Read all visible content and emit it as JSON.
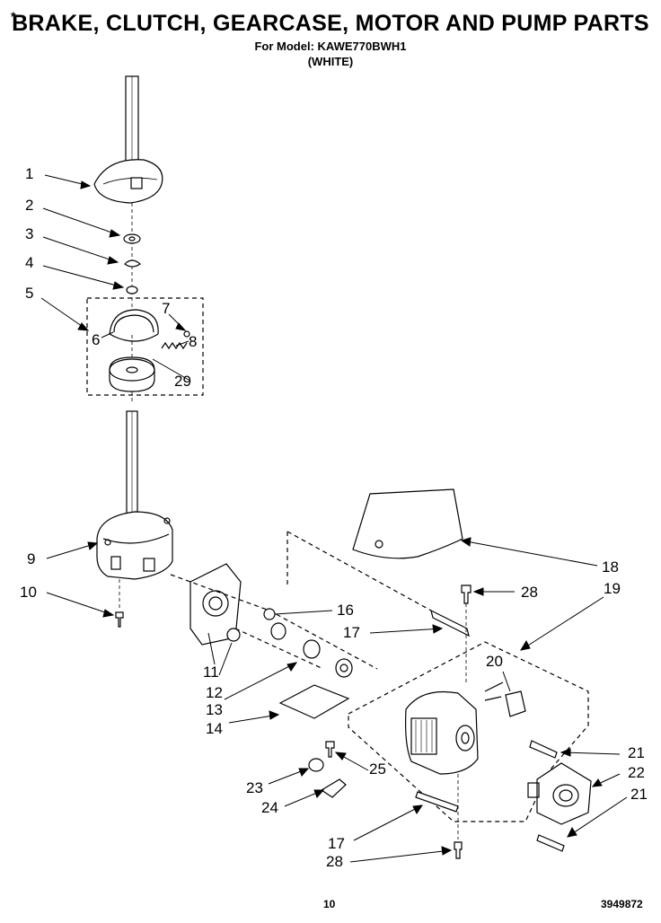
{
  "header": {
    "star": "*",
    "title": "BRAKE, CLUTCH, GEARCASE, MOTOR AND PUMP PARTS",
    "model_line": "For Model: KAWE770BWH1",
    "color_line": "(WHITE)"
  },
  "callouts": [
    "1",
    "2",
    "3",
    "4",
    "5",
    "6",
    "7",
    "8",
    "29",
    "9",
    "10",
    "11",
    "12",
    "13",
    "14",
    "16",
    "17",
    "18",
    "19",
    "28",
    "20",
    "21",
    "22",
    "21",
    "23",
    "24",
    "25",
    "17",
    "28"
  ],
  "footer": {
    "page_number": "10",
    "doc_number": "3949872"
  }
}
